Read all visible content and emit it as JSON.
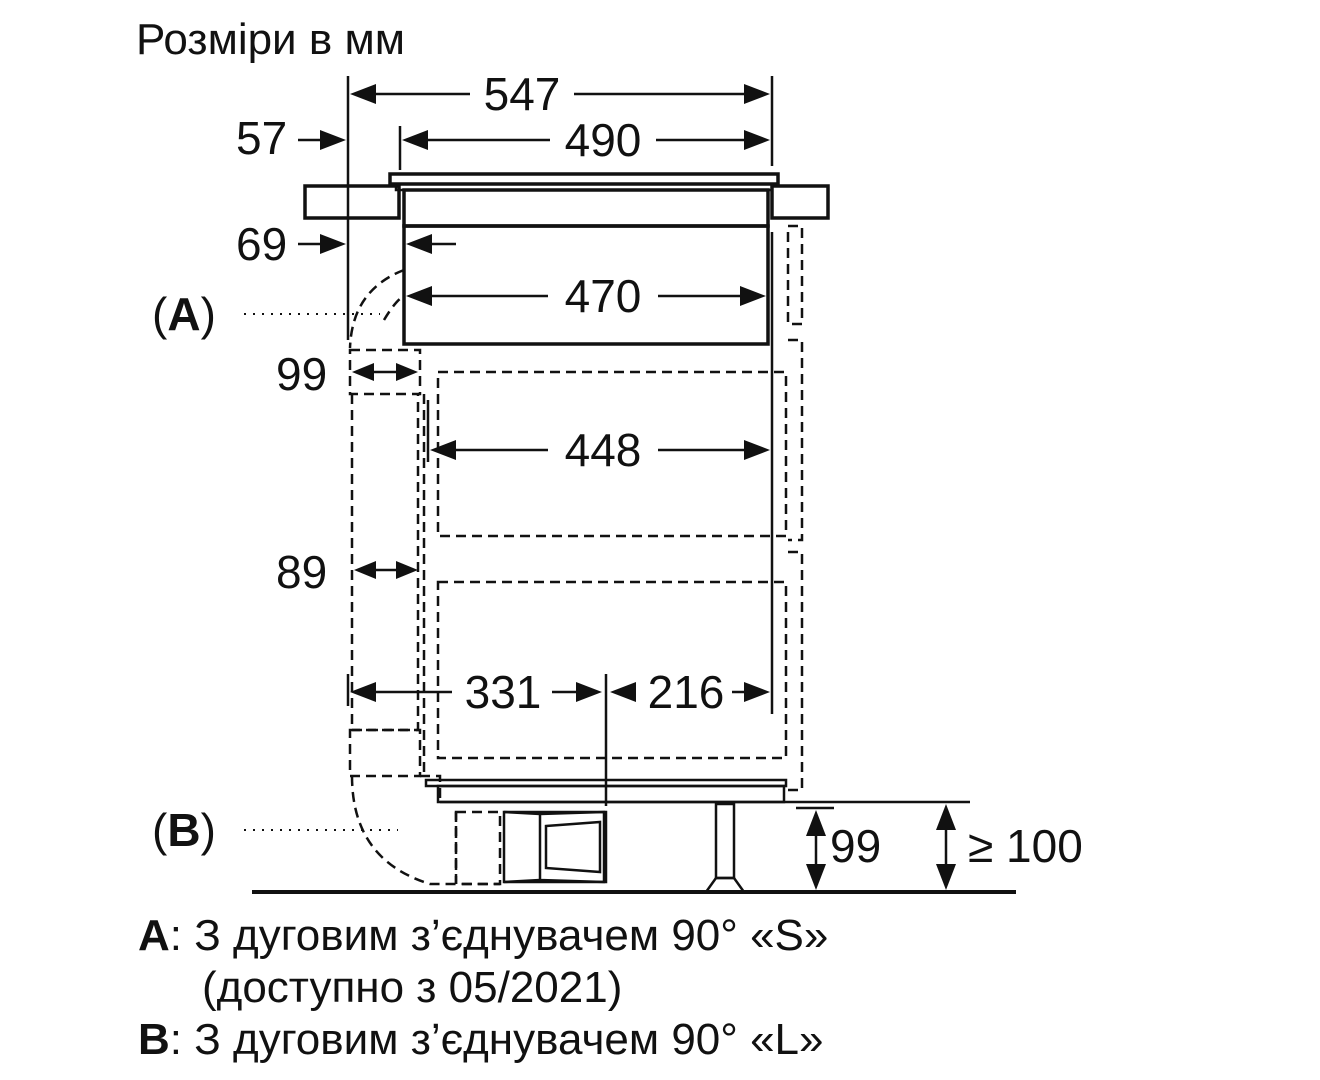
{
  "title": "Розміри в мм",
  "dimensions": {
    "d547": "547",
    "d490": "490",
    "d57": "57",
    "d69": "69",
    "d470": "470",
    "d99_top": "99",
    "d448": "448",
    "d89": "89",
    "d331": "331",
    "d216": "216",
    "d99_bottom": "99",
    "d100": "≥ 100"
  },
  "labels": {
    "A": {
      "open": "(",
      "letter": "A",
      "close": ")"
    },
    "B": {
      "open": "(",
      "letter": "B",
      "close": ")"
    }
  },
  "legend": [
    {
      "key": "A",
      "sep": ":",
      "text": " З дуговим з’єднувачем 90° «S»",
      "note": "(доступно з 05/2021)"
    },
    {
      "key": "B",
      "sep": ":",
      "text": " З дуговим з’єднувачем 90° «L»"
    }
  ]
}
